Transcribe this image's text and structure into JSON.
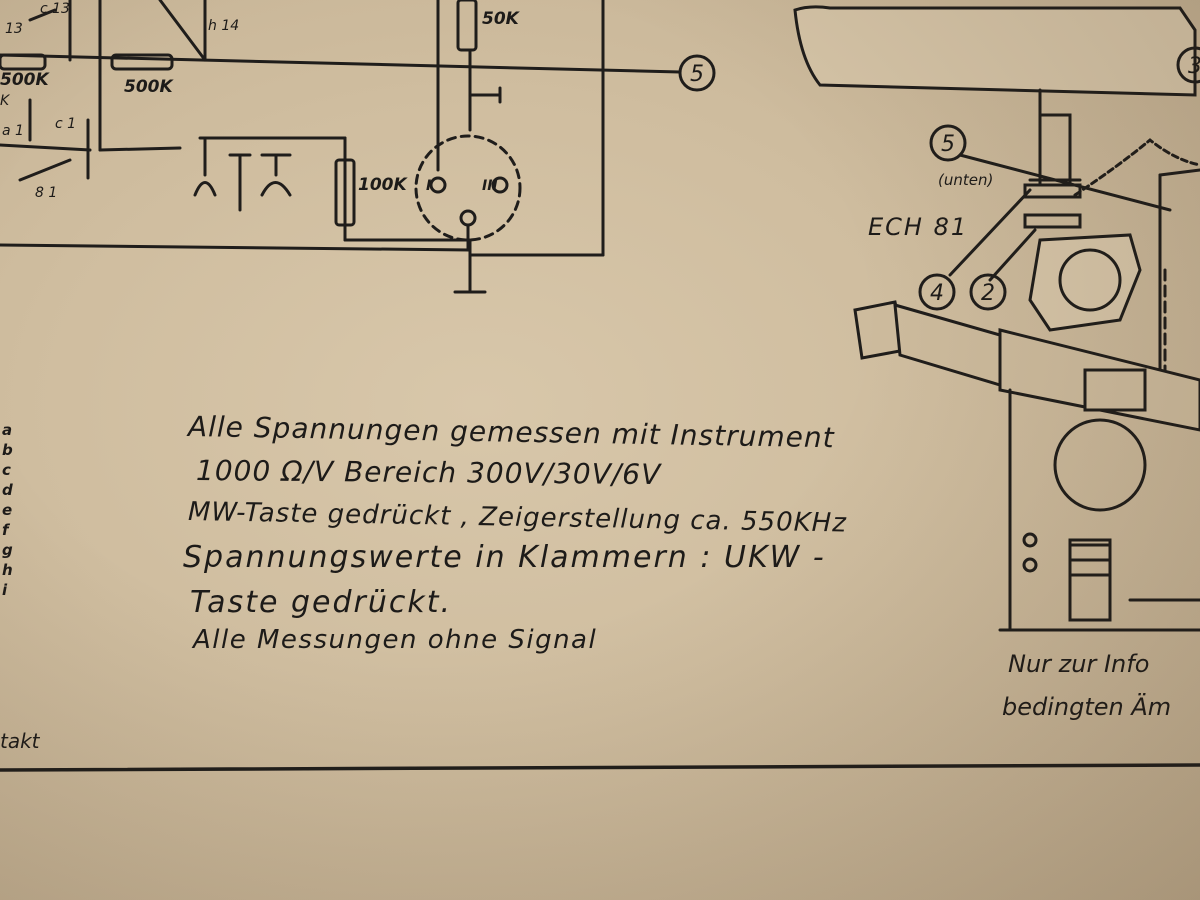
{
  "schematic": {
    "resistor_labels": [
      "50K",
      "500K",
      "500K",
      "100K"
    ],
    "node_labels": [
      "13",
      "c 13",
      "h 14",
      "a 1",
      "c 1",
      "8 1",
      "K"
    ],
    "connector_markers": [
      "5",
      "5",
      "4",
      "2",
      "3"
    ],
    "contact_text": "takt",
    "tube": "ECH 81",
    "socket_note": "(unten)",
    "left_letters": [
      "a",
      "b",
      "c",
      "d",
      "e",
      "f",
      "g",
      "h",
      "i"
    ]
  },
  "notes": [
    "Alle Spannungen gemessen mit Instrument",
    "1000 Ω/V     Bereich  300V/30V/6V",
    "MW-Taste gedrückt ,  Zeigerstellung  ca. 550KHz",
    "Spannungswerte  in  Klammern :  UKW -",
    "Taste gedrückt.",
    "Alle Messungen ohne Signal"
  ],
  "info_text": [
    "Nur zur Info",
    "bedingten Äm"
  ]
}
